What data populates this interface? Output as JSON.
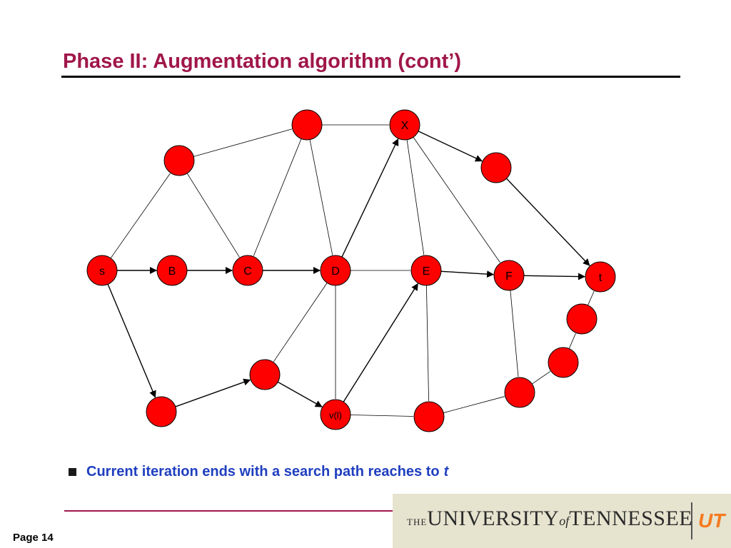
{
  "slide": {
    "title": "Phase II: Augmentation algorithm (cont’)",
    "bullet_text": "Current iteration ends with a search path reaches to",
    "bullet_emph": "t",
    "page_label": "Page 14"
  },
  "logo": {
    "the": "THE",
    "university": "UNIVERSITY",
    "of": "of",
    "tennessee": "TENNESSEE",
    "monogram": "UT"
  },
  "colors": {
    "title": "#a0174a",
    "bullet": "#1f3fbf",
    "node_fill": "#ff0000",
    "node_stroke": "#000000",
    "logo_bg": "#e6e3cf",
    "logo_monogram": "#f47a20"
  },
  "graph": {
    "nodes": [
      {
        "id": "s",
        "label": "s"
      },
      {
        "id": "B",
        "label": "B"
      },
      {
        "id": "C",
        "label": "C"
      },
      {
        "id": "D",
        "label": "D"
      },
      {
        "id": "E",
        "label": "E"
      },
      {
        "id": "F",
        "label": "F"
      },
      {
        "id": "t",
        "label": "t"
      },
      {
        "id": "X",
        "label": "X"
      },
      {
        "id": "v",
        "label": "v(l)"
      },
      {
        "id": "n1",
        "label": ""
      },
      {
        "id": "n2",
        "label": ""
      },
      {
        "id": "n3",
        "label": ""
      },
      {
        "id": "n4",
        "label": ""
      },
      {
        "id": "n5",
        "label": ""
      },
      {
        "id": "n6",
        "label": ""
      },
      {
        "id": "n7",
        "label": ""
      },
      {
        "id": "n8",
        "label": ""
      },
      {
        "id": "n9",
        "label": ""
      }
    ],
    "edges": [
      {
        "from": "n1",
        "to": "n2",
        "directed": false
      },
      {
        "from": "s",
        "to": "n1",
        "directed": false
      },
      {
        "from": "n1",
        "to": "C",
        "directed": false
      },
      {
        "from": "n2",
        "to": "X",
        "directed": false
      },
      {
        "from": "n2",
        "to": "C",
        "directed": false
      },
      {
        "from": "n2",
        "to": "D",
        "directed": false
      },
      {
        "from": "s",
        "to": "B",
        "directed": true
      },
      {
        "from": "B",
        "to": "C",
        "directed": true
      },
      {
        "from": "C",
        "to": "D",
        "directed": true
      },
      {
        "from": "D",
        "to": "E",
        "directed": false
      },
      {
        "from": "D",
        "to": "X",
        "directed": true
      },
      {
        "from": "D",
        "to": "v",
        "directed": false
      },
      {
        "from": "D",
        "to": "n4",
        "directed": false
      },
      {
        "from": "X",
        "to": "n3",
        "directed": true
      },
      {
        "from": "X",
        "to": "E",
        "directed": false
      },
      {
        "from": "X",
        "to": "F",
        "directed": false
      },
      {
        "from": "n3",
        "to": "t",
        "directed": true
      },
      {
        "from": "E",
        "to": "F",
        "directed": true
      },
      {
        "from": "F",
        "to": "t",
        "directed": true
      },
      {
        "from": "s",
        "to": "n5",
        "directed": true
      },
      {
        "from": "n5",
        "to": "n4",
        "directed": true
      },
      {
        "from": "n4",
        "to": "v",
        "directed": true
      },
      {
        "from": "v",
        "to": "E",
        "directed": true
      },
      {
        "from": "v",
        "to": "n6",
        "directed": false
      },
      {
        "from": "E",
        "to": "n6",
        "directed": false
      },
      {
        "from": "n6",
        "to": "n7",
        "directed": false
      },
      {
        "from": "F",
        "to": "n7",
        "directed": false
      },
      {
        "from": "n7",
        "to": "n8",
        "directed": false
      },
      {
        "from": "n8",
        "to": "n9",
        "directed": false
      },
      {
        "from": "n9",
        "to": "t",
        "directed": false
      }
    ]
  }
}
